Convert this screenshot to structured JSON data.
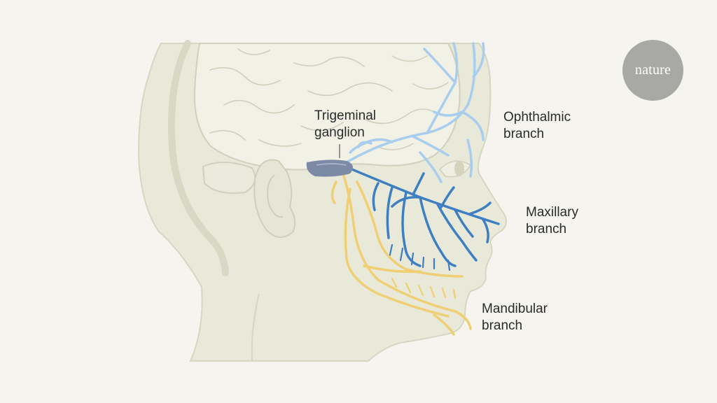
{
  "labels": {
    "trigeminal_ganglion": [
      "Trigeminal",
      "ganglion"
    ],
    "ophthalmic_branch": [
      "Ophthalmic",
      "branch"
    ],
    "maxillary_branch": [
      "Maxillary",
      "branch"
    ],
    "mandibular_branch": [
      "Mandibular",
      "branch"
    ]
  },
  "logo_text": "nature",
  "colors": {
    "background": "#f5f4ee",
    "head_fill": "#e9e9da",
    "outline": "#d3d3bf",
    "ophthalmic": "#a9cdec",
    "maxillary": "#3e7fc2",
    "mandibular": "#f0cf74",
    "ganglion": "#7c8aa6",
    "logo": "#a8a8a4"
  }
}
